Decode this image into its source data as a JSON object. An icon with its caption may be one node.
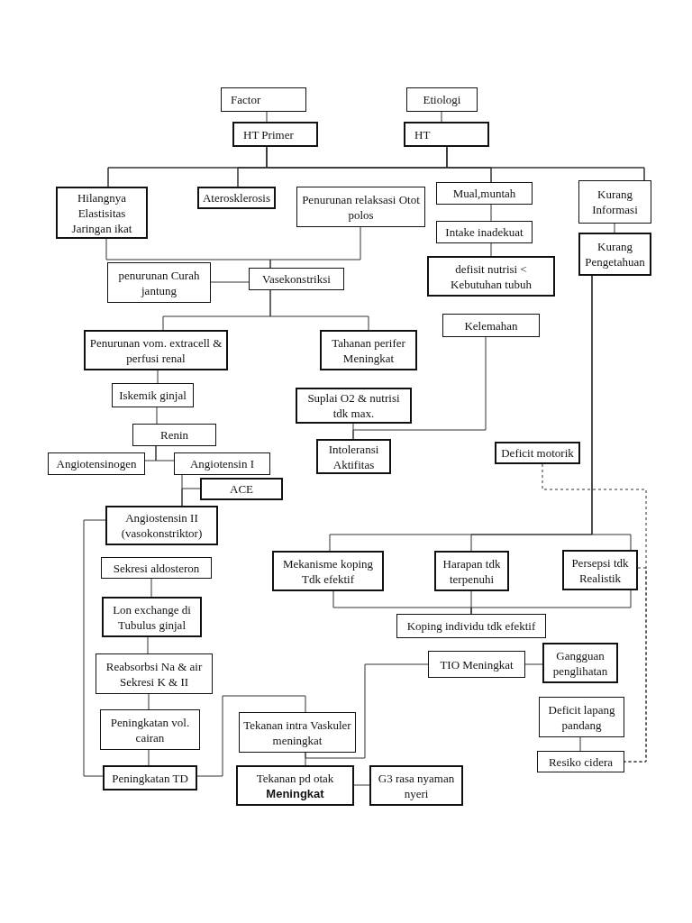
{
  "diagram": {
    "nodes": [
      {
        "text": [
          "Factor"
        ]
      },
      {
        "text": [
          "Etiologi"
        ]
      },
      {
        "text": [
          "HT Primer"
        ]
      },
      {
        "text": [
          "HT"
        ]
      },
      {
        "text": [
          "Hilangnya Elastisitas Jaringan ikat"
        ]
      },
      {
        "text": [
          "Aterosklerosis"
        ]
      },
      {
        "text": [
          "Penurunan relaksasi Otot polos"
        ]
      },
      {
        "text": [
          "Mual,muntah"
        ]
      },
      {
        "text": [
          "Kurang Informasi"
        ]
      },
      {
        "text": [
          "Intake inadekuat"
        ]
      },
      {
        "text": [
          "Kurang Pengetahuan"
        ]
      },
      {
        "text": [
          "penurunan Curah jantung"
        ]
      },
      {
        "text": [
          "defisit nutrisi < Kebutuhan tubuh"
        ]
      },
      {
        "text": [
          "Vasekonstriksi"
        ]
      },
      {
        "text": [
          "Penurunan vom. extracell & perfusi renal"
        ]
      },
      {
        "text": [
          "Tahanan perifer Meningkat"
        ]
      },
      {
        "text": [
          "Kelemahan"
        ]
      },
      {
        "text": [
          "Iskemik ginjal"
        ]
      },
      {
        "text": [
          "Suplai O2 & nutrisi tdk max."
        ]
      },
      {
        "text": [
          "Renin"
        ]
      },
      {
        "text": [
          "Intoleransi Aktifitas"
        ]
      },
      {
        "text": [
          "Deficit motorik"
        ]
      },
      {
        "text": [
          "Angiotensinogen"
        ]
      },
      {
        "text": [
          "Angiotensin I"
        ]
      },
      {
        "text": [
          "ACE"
        ]
      },
      {
        "text": [
          "Angiostensin II (vasokonstriktor)"
        ]
      },
      {
        "text": [
          "Mekanisme koping Tdk efektif"
        ]
      },
      {
        "text": [
          "Harapan tdk terpenuhi"
        ]
      },
      {
        "text": [
          "Persepsi tdk Realistik"
        ]
      },
      {
        "text": [
          "Sekresi aldosteron"
        ]
      },
      {
        "text": [
          "Koping individu tdk efektif"
        ]
      },
      {
        "text": [
          "Lon exchange di Tubulus ginjal"
        ]
      },
      {
        "text": [
          "TIO Meningkat"
        ]
      },
      {
        "text": [
          "Gangguan penglihatan"
        ]
      },
      {
        "text": [
          "Reabsorbsi Na & air Sekresi K & II"
        ]
      },
      {
        "text": [
          "Deficit lapang pandang"
        ]
      },
      {
        "text": [
          "Peningkatan vol. cairan"
        ]
      },
      {
        "text": [
          "Tekanan intra Vaskuler meningkat"
        ]
      },
      {
        "text": [
          "Resiko cidera"
        ]
      },
      {
        "text": [
          "Peningkatan TD"
        ]
      },
      {
        "text": [
          "Tekanan pd otak **Meningkat**"
        ]
      },
      {
        "text": [
          "G3 rasa nyaman nyeri"
        ]
      }
    ],
    "edges": [
      {
        "from": 0,
        "to": 2,
        "arrow": "none"
      },
      {
        "from": 1,
        "to": 3,
        "arrow": "none"
      },
      {
        "from": 2,
        "to": 4,
        "arrow": "none"
      },
      {
        "from": 2,
        "to": 5,
        "arrow": "none"
      },
      {
        "from": 2,
        "to": 7,
        "arrow": "none"
      },
      {
        "from": 2,
        "to": 8,
        "arrow": "none"
      },
      {
        "from": 3,
        "to": 4,
        "arrow": "none"
      },
      {
        "from": 3,
        "to": 5,
        "arrow": "none"
      },
      {
        "from": 3,
        "to": 7,
        "arrow": "none"
      },
      {
        "from": 3,
        "to": 8,
        "arrow": "none"
      },
      {
        "from": 4,
        "to": 13,
        "arrow": "none"
      },
      {
        "from": 6,
        "to": 13,
        "arrow": "none"
      },
      {
        "from": 11,
        "to": 13,
        "arrow": "none"
      },
      {
        "from": 7,
        "to": 9,
        "arrow": "none"
      },
      {
        "from": 9,
        "to": 12,
        "arrow": "none"
      },
      {
        "from": 8,
        "to": 10,
        "arrow": "none"
      },
      {
        "from": 13,
        "to": 14,
        "arrow": "none"
      },
      {
        "from": 13,
        "to": 15,
        "arrow": "none"
      },
      {
        "from": 10,
        "to": 26,
        "arrow": "none"
      },
      {
        "from": 10,
        "to": 27,
        "arrow": "none"
      },
      {
        "from": 10,
        "to": 28,
        "arrow": "none"
      },
      {
        "from": 14,
        "to": 17,
        "arrow": "none"
      },
      {
        "from": 17,
        "to": 19,
        "arrow": "none"
      },
      {
        "from": 19,
        "to": 22,
        "arrow": "none"
      },
      {
        "from": 19,
        "to": 23,
        "arrow": "none"
      },
      {
        "from": 23,
        "to": 25,
        "arrow": "none"
      },
      {
        "from": 24,
        "to": 25,
        "arrow": "none"
      },
      {
        "from": 18,
        "to": 20,
        "arrow": "none"
      },
      {
        "from": 16,
        "to": 20,
        "arrow": "none"
      },
      {
        "from": 21,
        "to": 38,
        "arrow": "none",
        "style": "dashed"
      },
      {
        "from": 28,
        "to": 38,
        "arrow": "none",
        "style": "dashed"
      },
      {
        "from": 26,
        "to": 30,
        "arrow": "none"
      },
      {
        "from": 27,
        "to": 30,
        "arrow": "none"
      },
      {
        "from": 28,
        "to": 30,
        "arrow": "none"
      },
      {
        "from": 29,
        "to": 31,
        "arrow": "none"
      },
      {
        "from": 31,
        "to": 34,
        "arrow": "none"
      },
      {
        "from": 34,
        "to": 36,
        "arrow": "none"
      },
      {
        "from": 36,
        "to": 39,
        "arrow": "none"
      },
      {
        "from": 25,
        "to": 39,
        "arrow": "none"
      },
      {
        "from": 39,
        "to": 37,
        "arrow": "none"
      },
      {
        "from": 37,
        "to": 40,
        "arrow": "none"
      },
      {
        "from": 37,
        "to": 32,
        "arrow": "none"
      },
      {
        "from": 40,
        "to": 41,
        "arrow": "none"
      },
      {
        "from": 32,
        "to": 33,
        "arrow": "none"
      },
      {
        "from": 35,
        "to": 38,
        "arrow": "none"
      }
    ]
  }
}
